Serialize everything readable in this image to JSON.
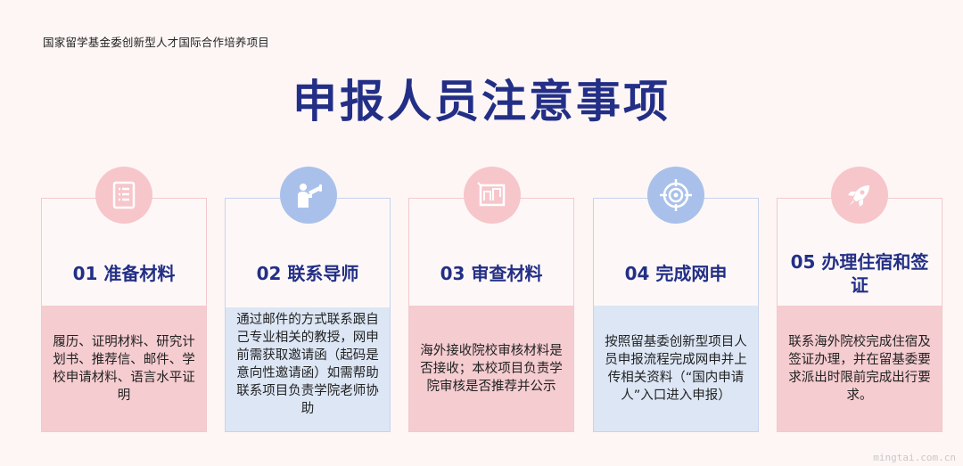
{
  "header": {
    "subtitle": "国家留学基金委创新型人才国际合作培养项目",
    "title": "申报人员注意事项"
  },
  "colors": {
    "title": "#232f86",
    "pink_card": "#f5ccd0",
    "blue_card": "#dce6f5",
    "pink_circle": "#f6c6cb",
    "blue_circle": "#a9c1ea"
  },
  "steps": [
    {
      "icon": "checklist-icon",
      "title": "01 准备材料",
      "body": "履历、证明材料、研究计划书、推荐信、邮件、学校申请材料、语言水平证明"
    },
    {
      "icon": "telescope-person-icon",
      "title": "02 联系导师",
      "body": "通过邮件的方式联系跟自己专业相关的教授，网申前需获取邀请函（起码是意向性邀请函）如需帮助联系项目负责学院老师协助"
    },
    {
      "icon": "blueprint-icon",
      "title": "03 审查材料",
      "body": "海外接收院校审核材料是否接收；本校项目负责学院审核是否推荐并公示"
    },
    {
      "icon": "target-icon",
      "title": "04 完成网申",
      "body": "按照留基委创新型项目人员申报流程完成网申并上传相关资料（“国内申请人”入口进入申报）"
    },
    {
      "icon": "rocket-icon",
      "title": "05 办理住宿和签证",
      "body": "联系海外院校完成住宿及签证办理，并在留基委要求派出时限前完成出行要求。"
    }
  ],
  "watermark": "mingtai.com.cn"
}
